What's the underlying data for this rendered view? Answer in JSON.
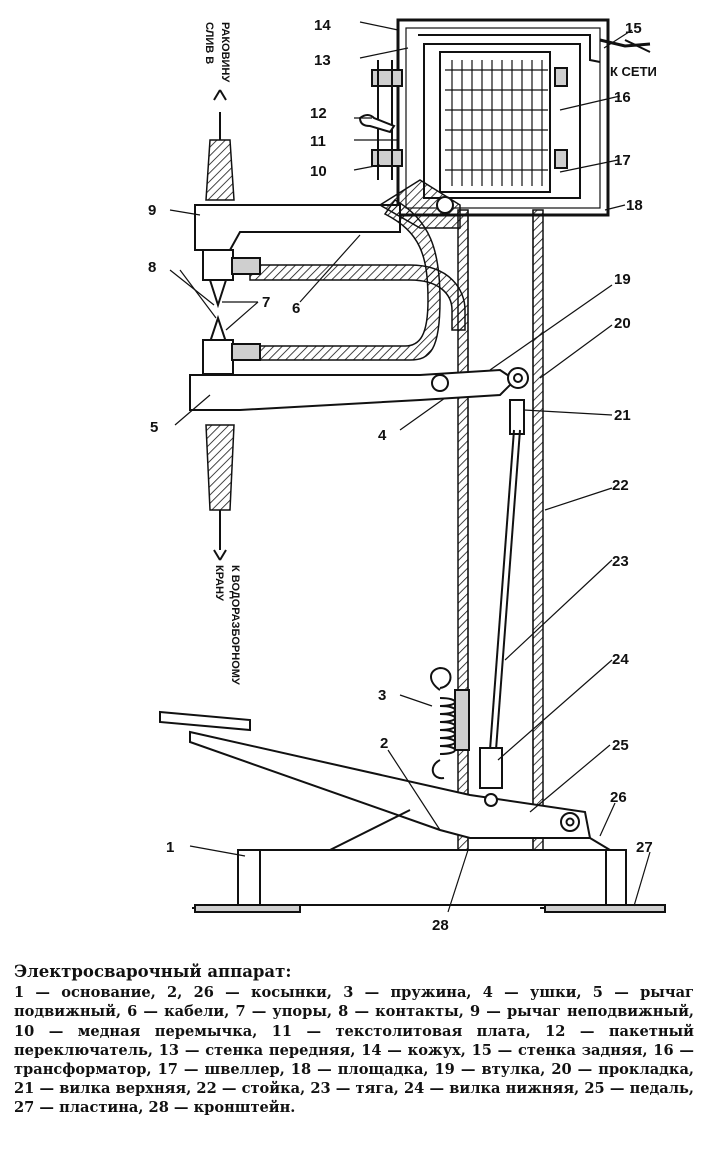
{
  "labels": {
    "n1": "1",
    "n2": "2",
    "n3": "3",
    "n4": "4",
    "n5": "5",
    "n6": "6",
    "n7": "7",
    "n8": "8",
    "n9": "9",
    "n10": "10",
    "n11": "11",
    "n12": "12",
    "n13": "13",
    "n14": "14",
    "n15": "15",
    "n16": "16",
    "n17": "17",
    "n18": "18",
    "n19": "19",
    "n20": "20",
    "n21": "21",
    "n22": "22",
    "n23": "23",
    "n24": "24",
    "n25": "25",
    "n26": "26",
    "n27": "27",
    "n28": "28"
  },
  "annotations": {
    "drain_line1": "СЛИВ В",
    "drain_line2": "РАКОВИНУ",
    "supply_line1": "К ВОДОРАЗБОРНОМУ",
    "supply_line2": "КРАНУ",
    "mains": "К СЕТИ"
  },
  "caption": {
    "title": "Электросварочный аппарат:",
    "text": "1 — основание, 2, 26 — косынки, 3 — пружина, 4 — ушки, 5 — рычаг подвижный, 6 — кабели, 7 — упоры, 8 — контакты, 9 — рычаг неподвижный, 10 — медная перемычка, 11 — текстолитовая плата, 12 — пакетный переключатель, 13 — стенка передняя, 14 — кожух, 15 — стенка задняя, 16 — трансформатор, 17 — швеллер, 18 — площадка, 19 — втулка, 20 — прокладка, 21 — вилка верхняя, 22 — стойка, 23 — тяга, 24 — вилка нижняя, 25 — педаль, 27 — пластина, 28 — кронштейн."
  }
}
